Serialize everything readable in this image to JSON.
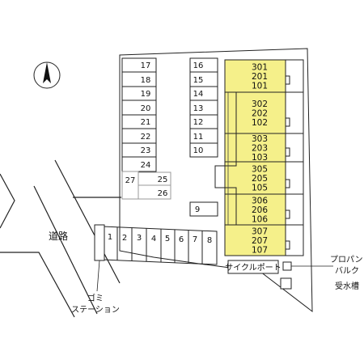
{
  "map": {
    "north_icon": "north-arrow-icon",
    "road_label": "道路",
    "garbage_station_label": [
      "ゴミ",
      "ステーション"
    ],
    "cycle_port_label": "サイクルポート",
    "propane_bulk_label": [
      "プロパン",
      "バルク"
    ],
    "water_tank_label": "受水槽",
    "colors": {
      "building": "#f5f08a",
      "line": "#222222",
      "light_line": "#999999"
    },
    "parking": {
      "left_column": [
        "17",
        "18",
        "19",
        "20",
        "21",
        "22",
        "23",
        "24"
      ],
      "right_column": [
        "16",
        "15",
        "14",
        "13",
        "12",
        "11",
        "10"
      ],
      "light_left": "27",
      "light_right": [
        "25",
        "26"
      ],
      "single": "9",
      "bottom_row": [
        "1",
        "2",
        "3",
        "4",
        "5",
        "6",
        "7",
        "8"
      ]
    },
    "building_units": [
      [
        "301",
        "201",
        "101"
      ],
      [
        "302",
        "202",
        "102"
      ],
      [
        "303",
        "203",
        "103"
      ],
      [
        "305",
        "205",
        "105"
      ],
      [
        "306",
        "206",
        "106"
      ],
      [
        "307",
        "207",
        "107"
      ]
    ]
  }
}
